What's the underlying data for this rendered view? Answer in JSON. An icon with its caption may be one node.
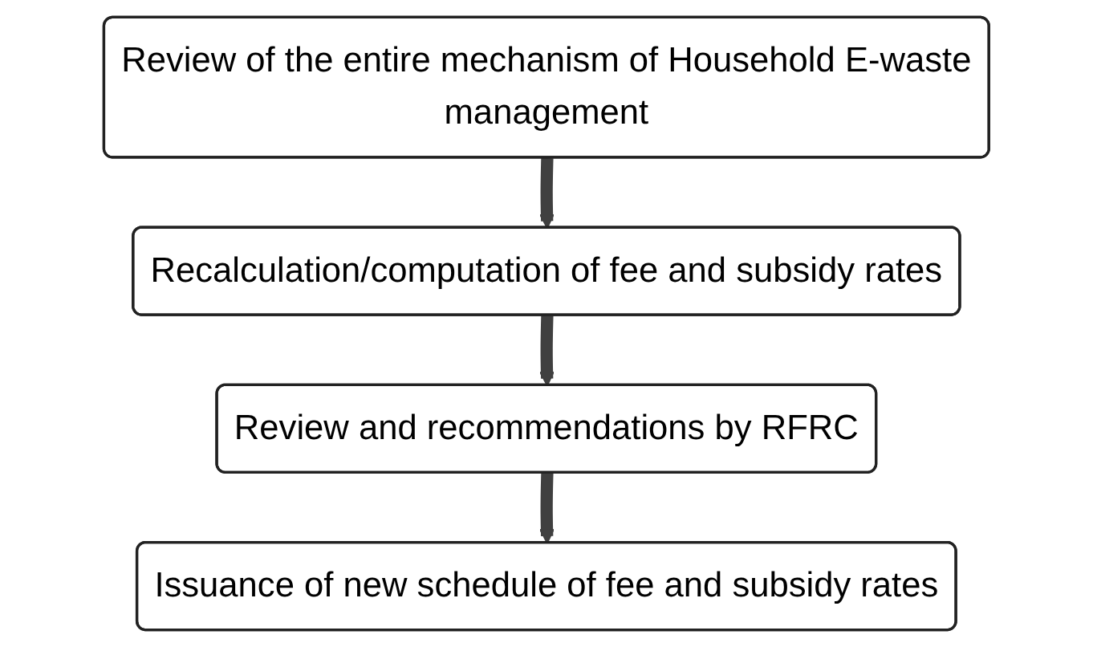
{
  "diagram": {
    "nodes": [
      {
        "text": [
          "Review of the entire mechanism of Household E-waste management"
        ]
      },
      {
        "text": [
          "Recalculation/computation of fee and subsidy rates"
        ]
      },
      {
        "text": [
          "Review and recommendations by RFRC"
        ]
      },
      {
        "text": [
          "Issuance of new schedule of fee and subsidy rates"
        ]
      }
    ],
    "edges": [
      {
        "from": 0,
        "to": 1,
        "arrow": "to"
      },
      {
        "from": 1,
        "to": 2,
        "arrow": "to"
      },
      {
        "from": 2,
        "to": 3,
        "arrow": "to"
      }
    ]
  }
}
